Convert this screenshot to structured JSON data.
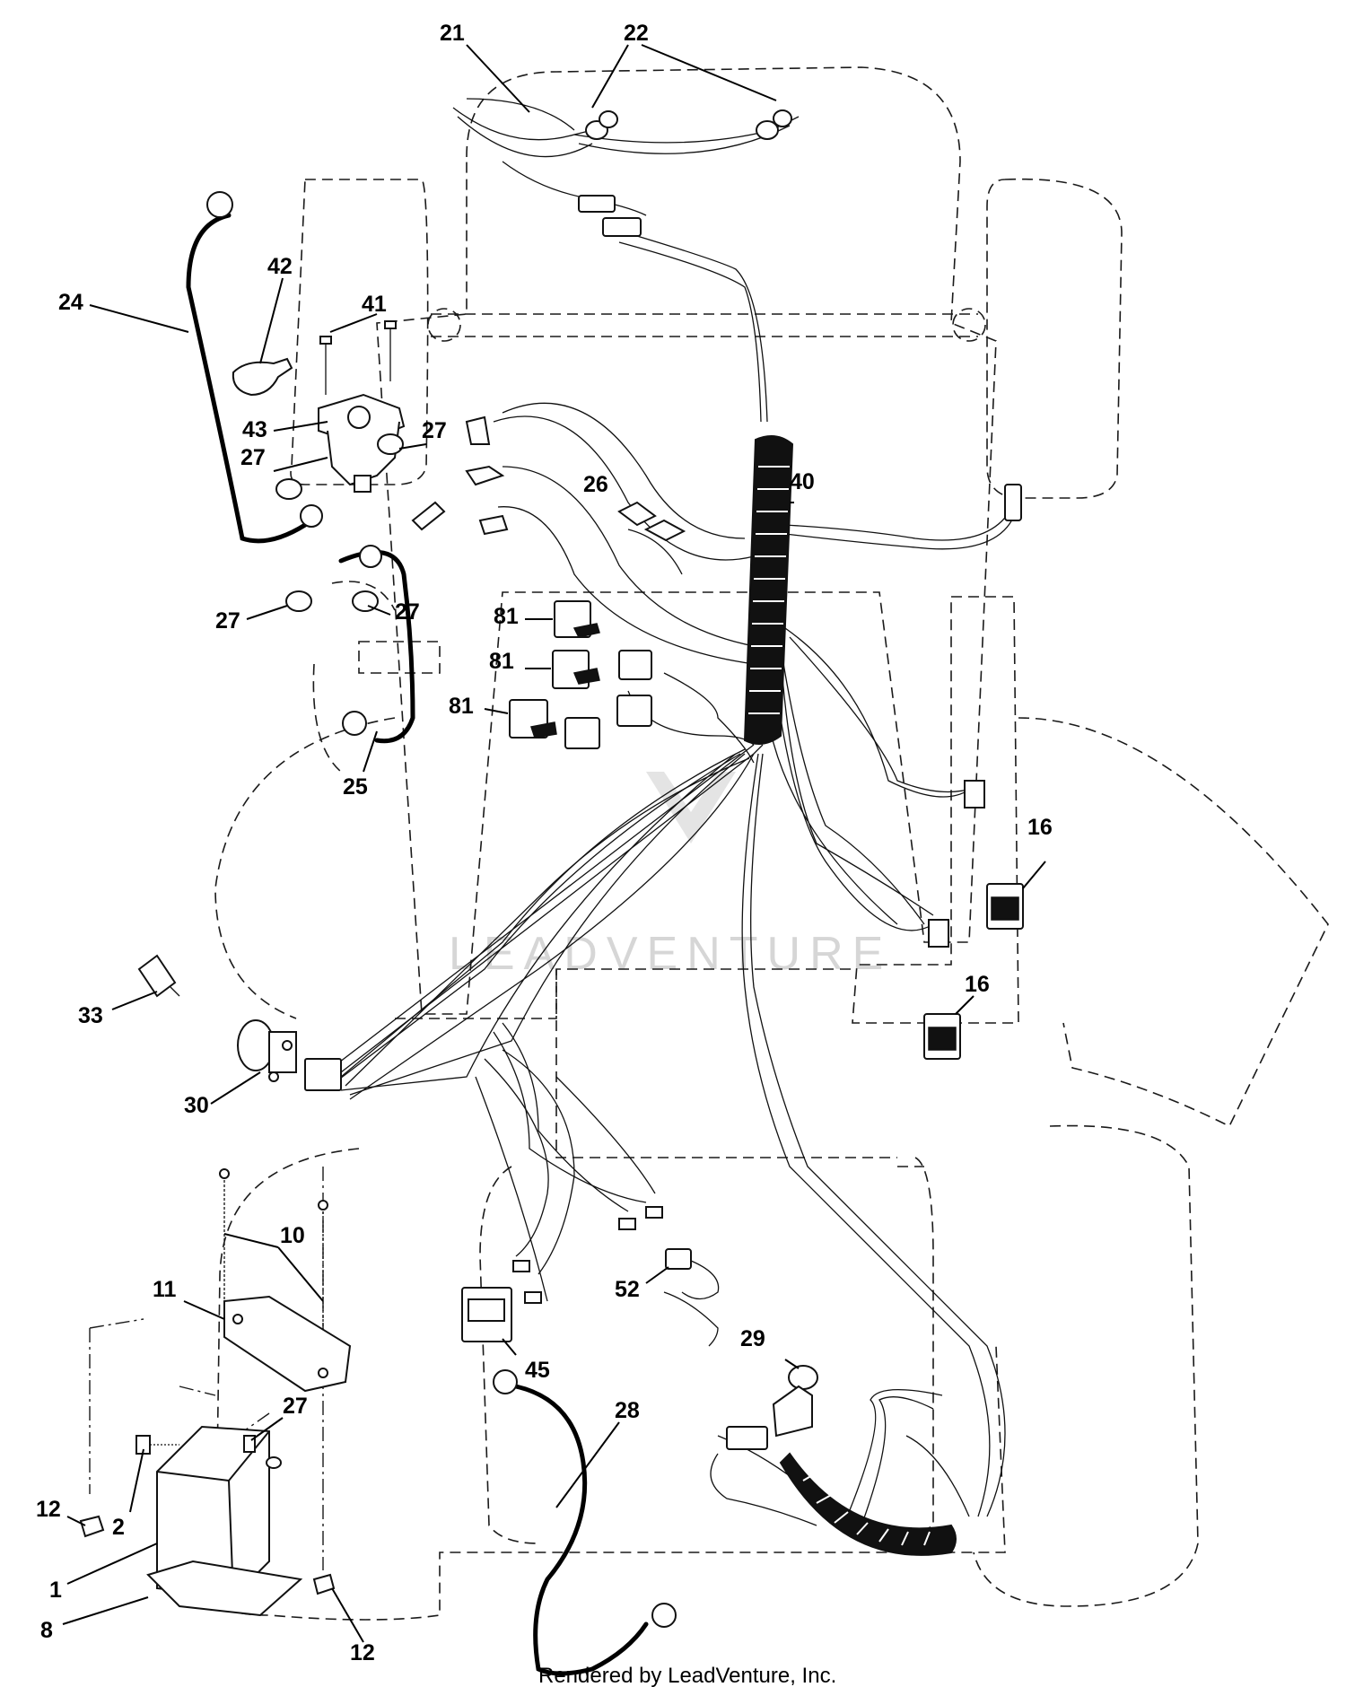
{
  "callouts": [
    {
      "label": "21"
    },
    {
      "label": "22"
    },
    {
      "label": "24"
    },
    {
      "label": "42"
    },
    {
      "label": "41"
    },
    {
      "label": "43"
    },
    {
      "label": "27"
    },
    {
      "label": "27"
    },
    {
      "label": "27"
    },
    {
      "label": "27"
    },
    {
      "label": "26"
    },
    {
      "label": "40"
    },
    {
      "label": "81"
    },
    {
      "label": "81"
    },
    {
      "label": "81"
    },
    {
      "label": "25"
    },
    {
      "label": "16"
    },
    {
      "label": "16"
    },
    {
      "label": "33"
    },
    {
      "label": "30"
    },
    {
      "label": "10"
    },
    {
      "label": "11"
    },
    {
      "label": "27"
    },
    {
      "label": "52"
    },
    {
      "label": "45"
    },
    {
      "label": "28"
    },
    {
      "label": "29"
    },
    {
      "label": "12"
    },
    {
      "label": "2"
    },
    {
      "label": "1"
    },
    {
      "label": "8"
    },
    {
      "label": "12"
    }
  ],
  "watermark": "LEADVENTURE",
  "footer": "Rendered by LeadVenture, Inc."
}
